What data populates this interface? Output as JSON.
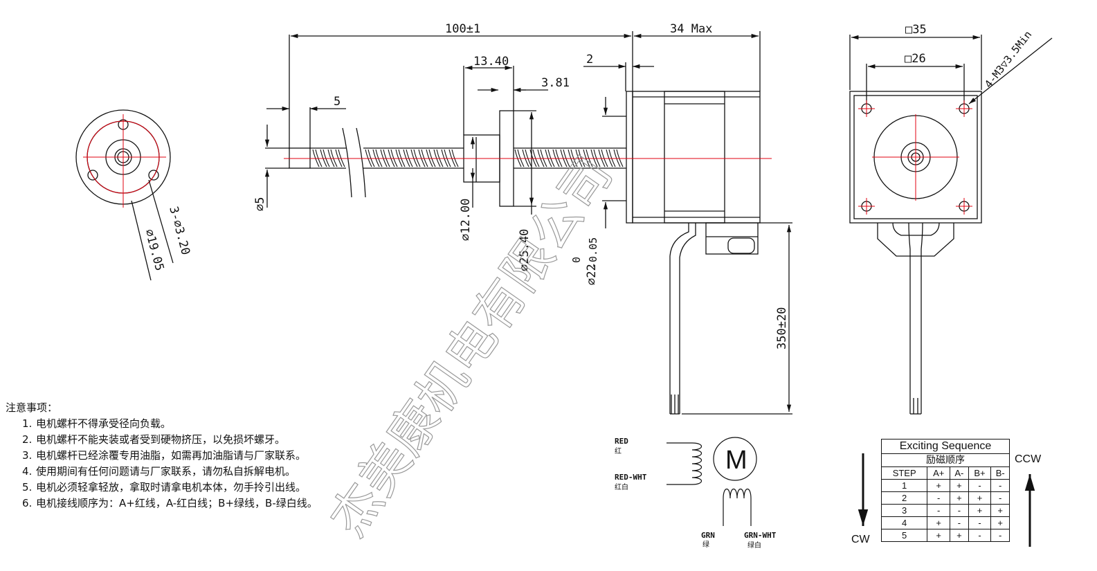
{
  "dims": {
    "overall_length": "100±1",
    "max_body": "34 Max",
    "nut_width": "13.40",
    "flange_thick": "3.81",
    "plate_thick": "2",
    "shaft_end": "5",
    "shaft_dia": "⌀5",
    "nut_dia": "⌀12.00",
    "flange_dia": "⌀25.40",
    "boss_dia": "⌀22",
    "boss_tol_up": "0",
    "boss_tol_low": "-0.05",
    "lead_length": "350±20",
    "frame_size": "□35",
    "hole_spacing": "□26",
    "mount_holes": "4-M3▽3.5Min",
    "flange_holes": "3-⌀3.20",
    "flange_pcd": "⌀19.05"
  },
  "wiring": {
    "red": "RED",
    "red_cn": "红",
    "red_wht": "RED-WHT",
    "red_wht_cn": "红白",
    "grn": "GRN",
    "grn_cn": "绿",
    "grn_wht": "GRN-WHT",
    "grn_wht_cn": "绿白",
    "motor_symbol": "M"
  },
  "watermark": "杰美康机电有限公司",
  "notes": {
    "title": "注意事项：",
    "items": [
      {
        "num": "1.",
        "text": "电机螺杆不得承受径向负载。"
      },
      {
        "num": "2.",
        "text": "电机螺杆不能夹装或者受到硬物挤压，以免损坏螺牙。"
      },
      {
        "num": "3.",
        "text": "电机螺杆已经涂覆专用油脂，如需再加油脂请与厂家联系。"
      },
      {
        "num": "4.",
        "text": "使用期间有任何问题请与厂家联系，请勿私自拆解电机。"
      },
      {
        "num": "5.",
        "text": "电机必须轻拿轻放，拿取时请拿电机本体，勿手拎引出线。"
      },
      {
        "num": "6.",
        "text": "电机接线顺序为：A+红线，A-红白线；B+绿线，B-绿白线。"
      }
    ]
  },
  "sequence": {
    "title": "Exciting Sequence",
    "title_cn": "励磁顺序",
    "columns": [
      "STEP",
      "A+",
      "A-",
      "B+",
      "B-"
    ],
    "rows": [
      [
        "1",
        "+",
        "+",
        "-",
        "-"
      ],
      [
        "2",
        "-",
        "+",
        "+",
        "-"
      ],
      [
        "3",
        "-",
        "-",
        "+",
        "+"
      ],
      [
        "4",
        "+",
        "-",
        "-",
        "+"
      ],
      [
        "5",
        "+",
        "+",
        "-",
        "-"
      ]
    ],
    "cw": "CW",
    "ccw": "CCW"
  },
  "colors": {
    "line": "#111111",
    "center": "#e0000f",
    "watermark": "#999999"
  }
}
